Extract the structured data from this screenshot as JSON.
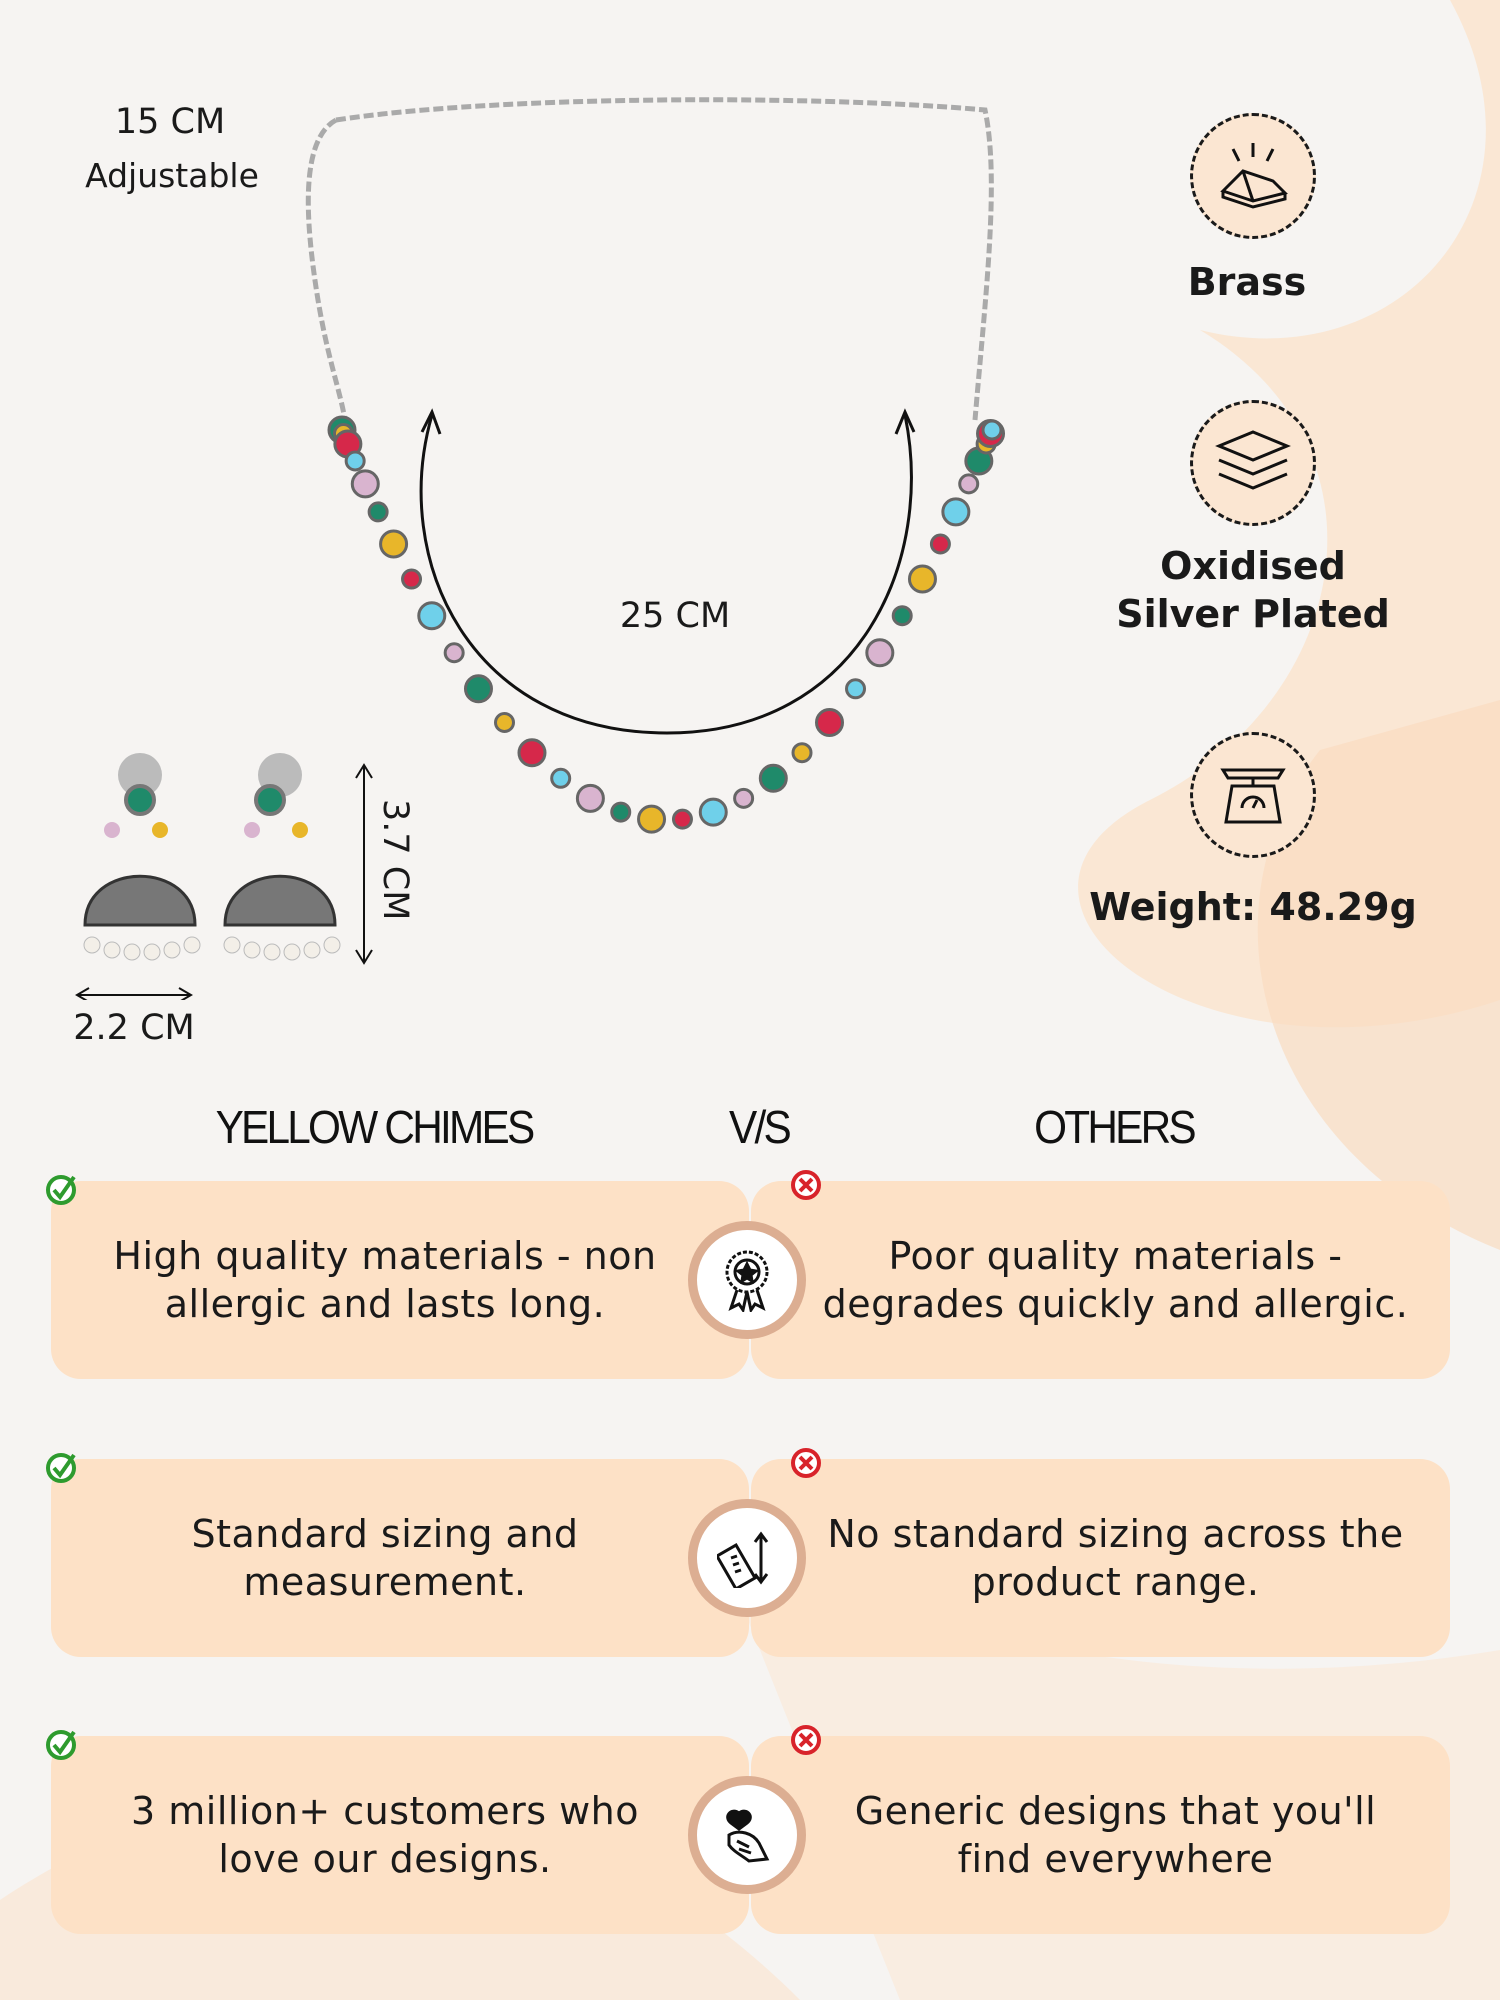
{
  "dimensions": {
    "chain": "15 CM",
    "chain_note": "Adjustable",
    "necklace_width": "25 CM",
    "earring_height": "3.7 CM",
    "earring_width": "2.2 CM"
  },
  "features": [
    {
      "icon": "gold-bars-icon",
      "label": "Brass"
    },
    {
      "icon": "layers-icon",
      "label": "Oxidised Silver Plated"
    },
    {
      "icon": "weighing-scale-icon",
      "label": "Weight: 48.29g"
    }
  ],
  "comparison": {
    "brand": "YELLOW CHIMES",
    "vs": "V/S",
    "others": "OTHERS",
    "rows": [
      {
        "icon": "award-badge-icon",
        "ours": "High quality materials - non allergic and lasts long.",
        "theirs": "Poor quality materials - degrades quickly and allergic."
      },
      {
        "icon": "ruler-icon",
        "ours": "Standard sizing and measurement.",
        "theirs": "No standard sizing across the product range."
      },
      {
        "icon": "customer-love-icon",
        "ours": "3 million+ customers who love our designs.",
        "theirs": "Generic designs that you'll find everywhere"
      }
    ]
  },
  "colors": {
    "card": "#fde1c6",
    "ring": "#dcae92",
    "check": "#2e9b2e",
    "cross": "#d8232a",
    "beads": [
      "#1f8a6a",
      "#e8b62a",
      "#d6284a",
      "#6fd0ea",
      "#d9b4cf"
    ]
  }
}
